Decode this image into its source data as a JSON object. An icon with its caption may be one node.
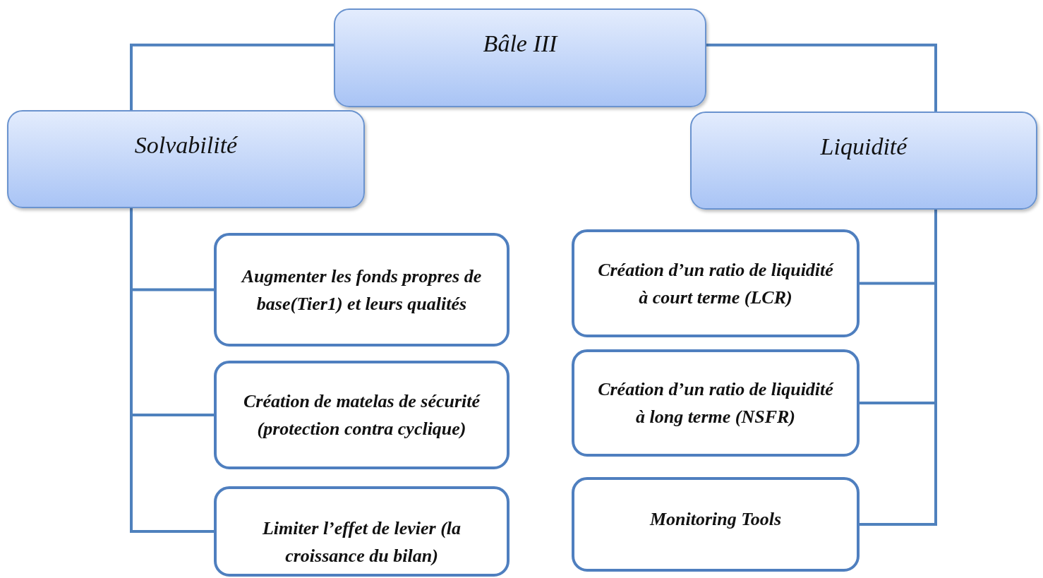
{
  "diagram": {
    "nodes": [
      {
        "text": [
          "Bâle III"
        ]
      },
      {
        "text": [
          "Solvabilité"
        ]
      },
      {
        "text": [
          "Liquidité"
        ]
      },
      {
        "text": [
          "Augmenter les fonds propres de base(Tier1) et leurs qualités"
        ]
      },
      {
        "text": [
          "Création de matelas de sécurité (protection contra cyclique)"
        ]
      },
      {
        "text": [
          "Limiter l’effet de levier (la croissance du bilan)"
        ]
      },
      {
        "text": [
          "Création d’un ratio de liquidité à court terme (LCR)"
        ]
      },
      {
        "text": [
          "Création d’un ratio de liquidité à long terme (NSFR)"
        ]
      },
      {
        "text": [
          "Monitoring Tools"
        ]
      }
    ],
    "edges": [
      {
        "from": 0,
        "to": 1,
        "arrow": "none"
      },
      {
        "from": 0,
        "to": 2,
        "arrow": "none"
      },
      {
        "from": 1,
        "to": 3,
        "arrow": "none"
      },
      {
        "from": 1,
        "to": 4,
        "arrow": "none"
      },
      {
        "from": 1,
        "to": 5,
        "arrow": "none"
      },
      {
        "from": 2,
        "to": 6,
        "arrow": "none"
      },
      {
        "from": 2,
        "to": 7,
        "arrow": "none"
      },
      {
        "from": 2,
        "to": 8,
        "arrow": "none"
      }
    ]
  }
}
